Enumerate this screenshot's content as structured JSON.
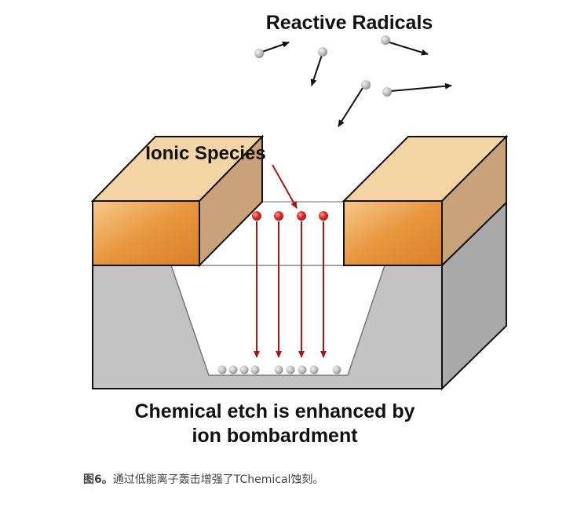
{
  "diagram": {
    "label_radicals": "Reactive Radicals",
    "label_ionic": "Ionic Species",
    "label_result_line1": "Chemical etch is enhanced by",
    "label_result_line2": "ion bombardment"
  },
  "caption": {
    "figure_number": "图6。",
    "text": "通过低能离子轰击增强了TChemical蚀刻。"
  },
  "colors": {
    "substrate_front": "#c2c2c2",
    "substrate_side": "#a8a8a8",
    "mask_front": "#e8963e",
    "mask_top": "#f5d5a8",
    "mask_side": "#caa37a",
    "ion": "#e0302a",
    "ion_arrow": "#b01818",
    "radical": "#bdbdbd"
  }
}
